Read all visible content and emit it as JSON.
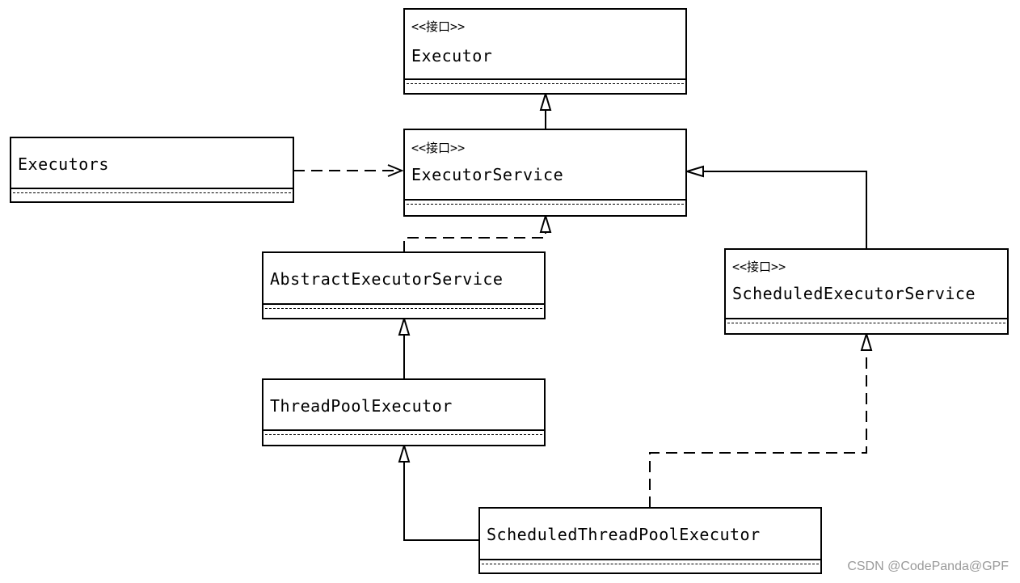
{
  "classes": {
    "executor": {
      "stereotype": "<<接口>>",
      "name": "Executor"
    },
    "executor_service": {
      "stereotype": "<<接口>>",
      "name": "ExecutorService"
    },
    "executors": {
      "name": "Executors"
    },
    "abstract_executor_service": {
      "name": "AbstractExecutorService"
    },
    "scheduled_executor_service": {
      "stereotype": "<<接口>>",
      "name": "ScheduledExecutorService"
    },
    "thread_pool_executor": {
      "name": "ThreadPoolExecutor"
    },
    "scheduled_thread_pool_executor": {
      "name": "ScheduledThreadPoolExecutor"
    }
  },
  "watermark": "CSDN @CodePanda@GPF"
}
